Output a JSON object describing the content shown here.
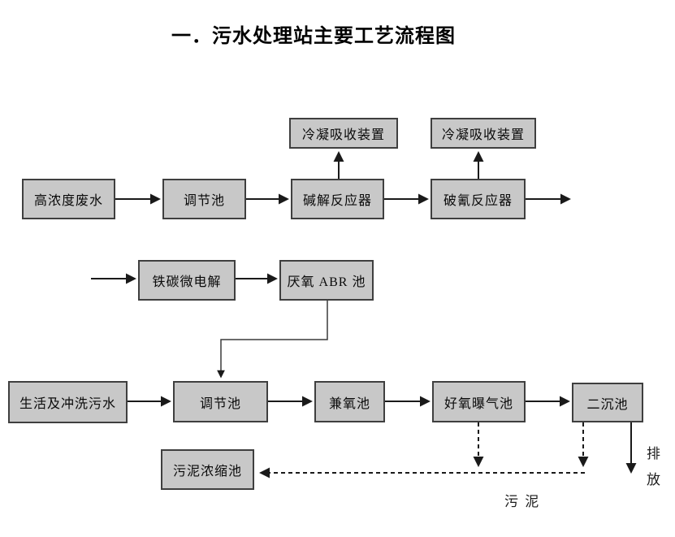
{
  "page": {
    "title": "一．污水处理站主要工艺流程图"
  },
  "colors": {
    "background": "#ffffff",
    "box_fill": "#c8c8c8",
    "box_border": "#3f3f3f",
    "line": "#1a1a1a",
    "text": "#000000"
  },
  "diagram": {
    "type": "flowchart",
    "nodes": [
      {
        "id": "high-concentration-wastewater",
        "label": "高浓度废水"
      },
      {
        "id": "regulating-tank-1",
        "label": "调节池"
      },
      {
        "id": "alkaline-hydrolysis-reactor",
        "label": "碱解反应器"
      },
      {
        "id": "cyanide-breaking-reactor",
        "label": "破氰反应器"
      },
      {
        "id": "condensation-absorption-unit-1",
        "label": "冷凝吸收装置"
      },
      {
        "id": "condensation-absorption-unit-2",
        "label": "冷凝吸收装置"
      },
      {
        "id": "iron-carbon-microelectrolysis",
        "label": "铁碳微电解"
      },
      {
        "id": "anaerobic-abr-tank",
        "label": "厌氧 ABR 池"
      },
      {
        "id": "domestic-flushing-sewage",
        "label": "生活及冲洗污水"
      },
      {
        "id": "regulating-tank-2",
        "label": "调节池"
      },
      {
        "id": "facultative-tank",
        "label": "兼氧池"
      },
      {
        "id": "aerobic-aeration-tank",
        "label": "好氧曝气池"
      },
      {
        "id": "secondary-sedimentation-tank",
        "label": "二沉池"
      },
      {
        "id": "sludge-thickening-tank",
        "label": "污泥浓缩池"
      }
    ],
    "edges": [
      {
        "from": "high-concentration-wastewater",
        "to": "regulating-tank-1",
        "style": "solid"
      },
      {
        "from": "regulating-tank-1",
        "to": "alkaline-hydrolysis-reactor",
        "style": "solid"
      },
      {
        "from": "alkaline-hydrolysis-reactor",
        "to": "condensation-absorption-unit-1",
        "style": "solid"
      },
      {
        "from": "alkaline-hydrolysis-reactor",
        "to": "cyanide-breaking-reactor",
        "style": "solid"
      },
      {
        "from": "cyanide-breaking-reactor",
        "to": "condensation-absorption-unit-2",
        "style": "solid"
      },
      {
        "from": "cyanide-breaking-reactor",
        "to": "outflow",
        "style": "solid"
      },
      {
        "from": "inflow",
        "to": "iron-carbon-microelectrolysis",
        "style": "solid"
      },
      {
        "from": "iron-carbon-microelectrolysis",
        "to": "anaerobic-abr-tank",
        "style": "solid"
      },
      {
        "from": "anaerobic-abr-tank",
        "to": "regulating-tank-2",
        "style": "solid"
      },
      {
        "from": "domestic-flushing-sewage",
        "to": "regulating-tank-2",
        "style": "solid"
      },
      {
        "from": "regulating-tank-2",
        "to": "facultative-tank",
        "style": "solid"
      },
      {
        "from": "facultative-tank",
        "to": "aerobic-aeration-tank",
        "style": "solid"
      },
      {
        "from": "aerobic-aeration-tank",
        "to": "secondary-sedimentation-tank",
        "style": "solid"
      },
      {
        "from": "secondary-sedimentation-tank",
        "to": "discharge",
        "style": "solid"
      },
      {
        "from": "aerobic-aeration-tank",
        "to": "sludge-thickening-tank",
        "style": "dashed"
      },
      {
        "from": "secondary-sedimentation-tank",
        "to": "sludge-thickening-tank",
        "style": "dashed"
      }
    ],
    "annotations": {
      "discharge": "排\n放",
      "sludge": "污 泥"
    }
  }
}
